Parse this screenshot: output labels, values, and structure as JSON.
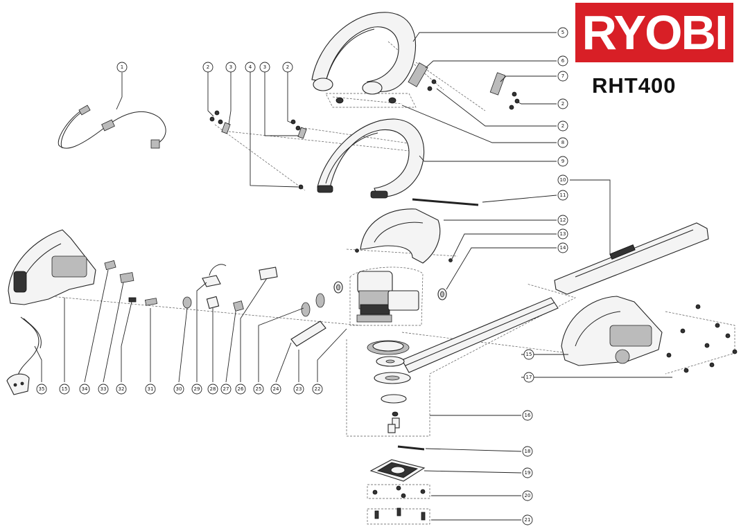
{
  "brand": "RYOBI",
  "model": "RHT400",
  "callouts": [
    "1",
    "2",
    "3",
    "4",
    "3",
    "2",
    "5",
    "6",
    "7",
    "2",
    "2",
    "8",
    "9",
    "10",
    "11",
    "12",
    "13",
    "14",
    "15",
    "17",
    "16",
    "18",
    "19",
    "20",
    "21",
    "35",
    "15",
    "34",
    "33",
    "32",
    "31",
    "30",
    "29",
    "28",
    "27",
    "26",
    "25",
    "24",
    "23",
    "22"
  ]
}
